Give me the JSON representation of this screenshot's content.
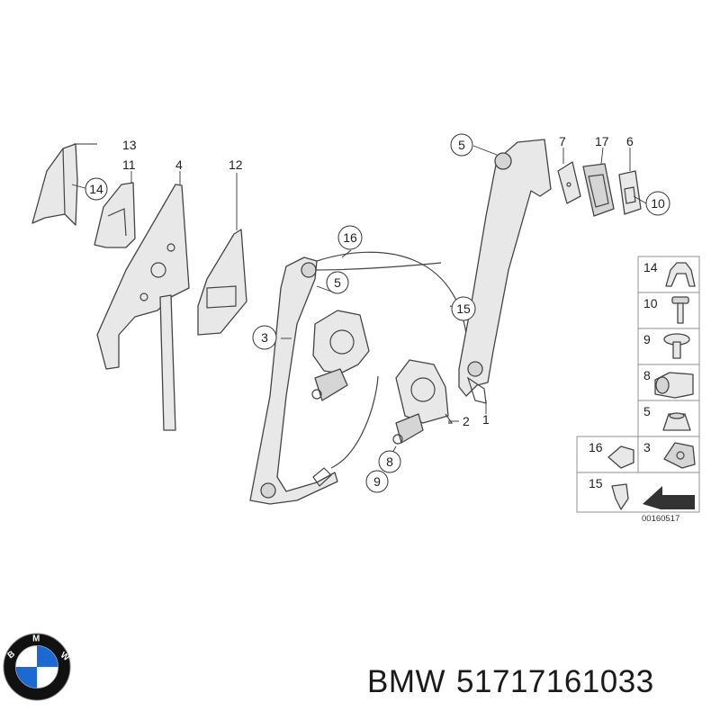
{
  "diagram": {
    "callouts": {
      "c1": "1",
      "c2": "2",
      "c3": "3",
      "c4": "4",
      "c5a": "5",
      "c5b": "5",
      "c6": "6",
      "c7": "7",
      "c8": "8",
      "c9": "9",
      "c10": "10",
      "c11": "11",
      "c12": "12",
      "c13": "13",
      "c14": "14",
      "c15": "15",
      "c16": "16",
      "c17": "17"
    },
    "legend": [
      {
        "num": "14",
        "icon": "clip-icon"
      },
      {
        "num": "10",
        "icon": "bolt-icon"
      },
      {
        "num": "9",
        "icon": "screw-icon"
      },
      {
        "num": "8",
        "icon": "connector-icon"
      },
      {
        "num": "5",
        "icon": "nut-icon"
      },
      {
        "num": "16",
        "icon": "bracket-icon"
      },
      {
        "num": "3",
        "icon": "clip-nut-icon"
      },
      {
        "num": "15",
        "icon": "push-clip-icon"
      }
    ],
    "drawing_number": "00160517"
  },
  "footer": {
    "brand": "BMW",
    "part_number": "51717161033"
  },
  "logo": {
    "letters": "BMW",
    "colors": {
      "blue": "#1c69d4",
      "white": "#ffffff",
      "ring": "#111111"
    }
  }
}
